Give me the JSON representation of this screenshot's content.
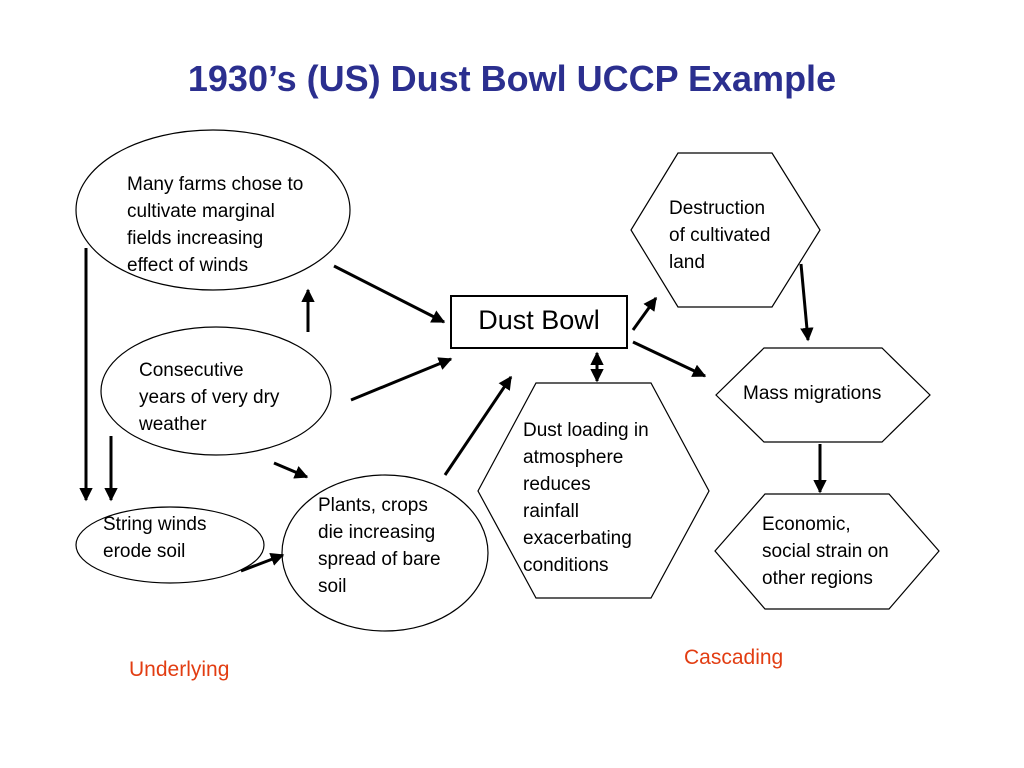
{
  "title": "1930’s (US) Dust Bowl UCCP Example",
  "center": "Dust Bowl",
  "nodes": {
    "farms": [
      "Many farms chose to",
      "cultivate marginal",
      "fields increasing",
      "effect of winds"
    ],
    "dry_weather": [
      "Consecutive",
      "years of very dry",
      "weather"
    ],
    "winds": [
      "String winds",
      "erode soil"
    ],
    "plants": [
      "Plants, crops",
      "die increasing",
      "spread of bare",
      "soil"
    ],
    "dust_loading": [
      "Dust loading in",
      "atmosphere",
      "reduces",
      "rainfall",
      "exacerbating",
      "conditions"
    ],
    "destruction": [
      "Destruction",
      "of cultivated",
      "land"
    ],
    "migrations": [
      "Mass migrations"
    ],
    "economic": [
      "Economic,",
      "social strain on",
      "other regions"
    ]
  },
  "labels": {
    "underlying": "Underlying",
    "cascading": "Cascading"
  },
  "colors": {
    "title": "#2b2f8f",
    "caption": "#e23d12"
  }
}
